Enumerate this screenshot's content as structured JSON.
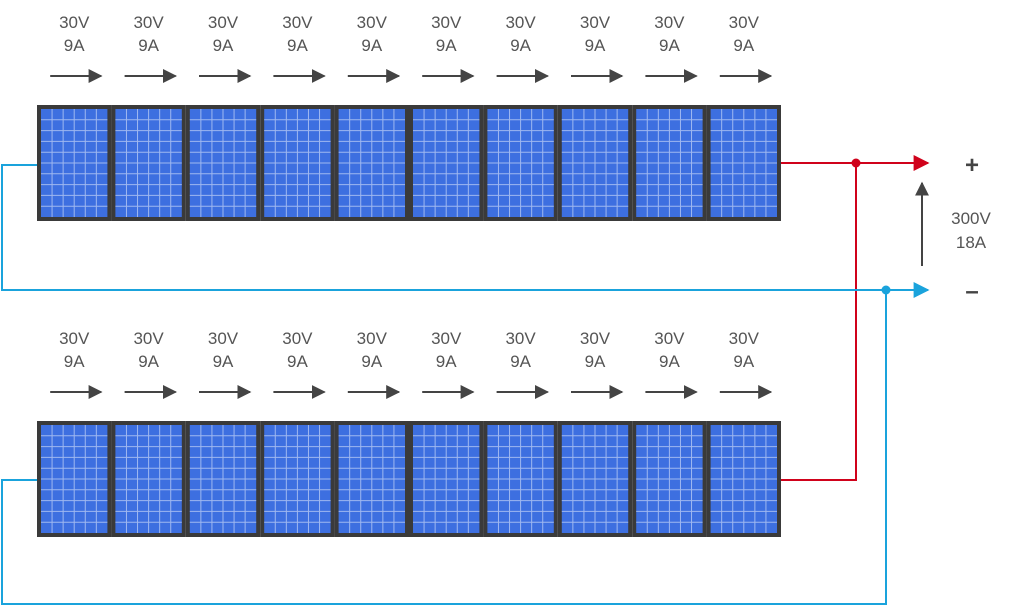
{
  "strings": [
    {
      "module_voltage": "30V",
      "module_current": "9A",
      "module_count": 10
    },
    {
      "module_voltage": "30V",
      "module_current": "9A",
      "module_count": 10
    }
  ],
  "output": {
    "positive_label": "+",
    "negative_label": "–",
    "voltage": "300V",
    "current": "18A"
  },
  "colors": {
    "positive_wire": "#d0021b",
    "negative_wire": "#1aa3dc",
    "panel_frame": "#3a3a3a",
    "cell_fill": "#3d6fe0",
    "cell_grid": "#9fb8f0",
    "arrow": "#444444"
  }
}
